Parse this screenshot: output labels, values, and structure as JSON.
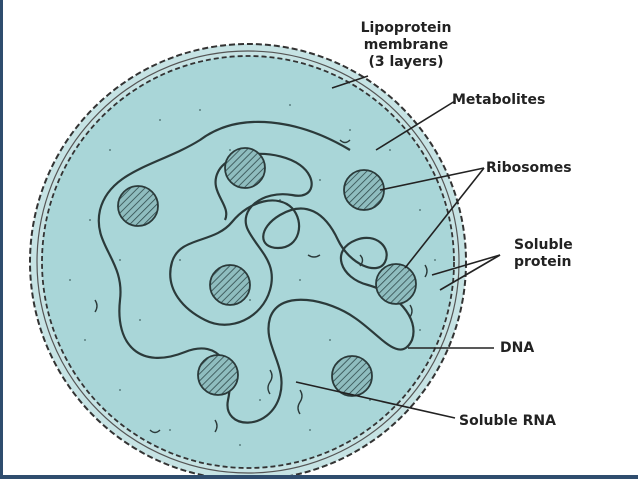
{
  "labels": {
    "membrane": [
      "Lipoprotein",
      "membrane",
      "(3 layers)"
    ],
    "metabolites": "Metabolites",
    "ribosomes": "Ribosomes",
    "soluble_protein": [
      "Soluble",
      "protein"
    ],
    "dna": "DNA",
    "soluble_rna": "Soluble RNA"
  },
  "colors": {
    "cytoplasm": "#a9d6d8",
    "membrane": "#c6e3e4",
    "ribosome": "#8fbdbf",
    "outline": "#333333",
    "frame": "#2f4d6e"
  }
}
